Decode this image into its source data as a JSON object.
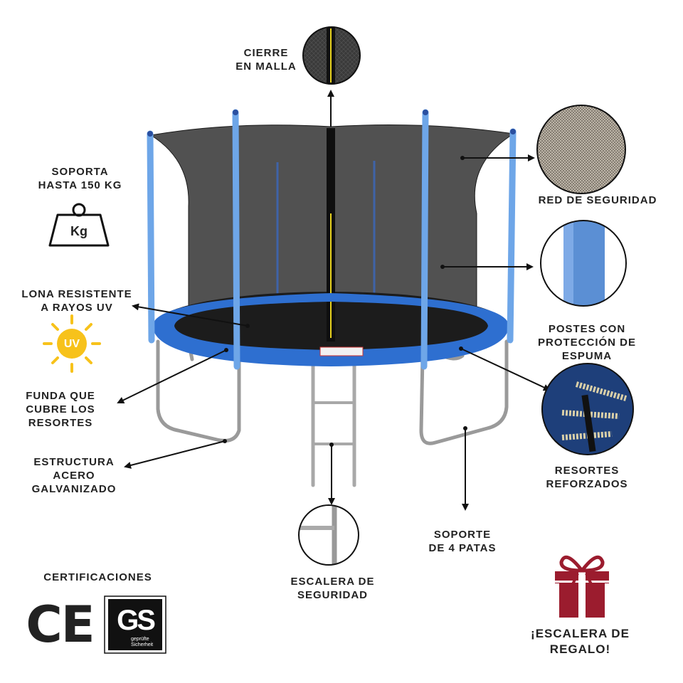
{
  "callouts": {
    "cierre": [
      "CIERRE",
      "EN MALLA"
    ],
    "soporta": [
      "SOPORTA",
      "HASTA 150 KG"
    ],
    "kg_icon": "Kg",
    "red": [
      "RED DE SEGURIDAD"
    ],
    "lona": [
      "LONA RESISTENTE",
      "A RAYOS UV"
    ],
    "uv_icon": "UV",
    "postes": [
      "POSTES CON",
      "PROTECCIÓN DE",
      "ESPUMA"
    ],
    "funda": [
      "FUNDA QUE",
      "CUBRE LOS",
      "RESORTES"
    ],
    "estructura": [
      "ESTRUCTURA",
      "ACERO",
      "GALVANIZADO"
    ],
    "resortes": [
      "RESORTES",
      "REFORZADOS"
    ],
    "soporte": [
      "SOPORTE",
      "DE 4 PATAS"
    ],
    "escalera": [
      "ESCALERA DE",
      "SEGURIDAD"
    ],
    "certificaciones": "CERTIFICACIONES",
    "ce_mark": "CE",
    "gs_mark": "GS",
    "gs_sub": [
      "geprüfte",
      "Sicherheit"
    ],
    "regalo": [
      "¡ESCALERA DE",
      "REGALO!"
    ]
  },
  "colors": {
    "pad_blue": "#2e6fd0",
    "pole_blue": "#6ea6e8",
    "net_dark": "#2a2a2a",
    "uv_yellow": "#f7c21b",
    "gift_red": "#9b1c2e"
  }
}
